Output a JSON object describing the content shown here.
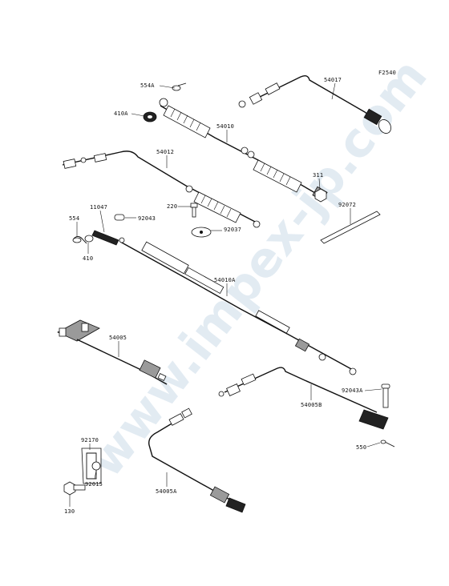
{
  "diagram": {
    "code": "F2540",
    "watermark": "www.impex-jp.com",
    "labels": {
      "p554A": "554A",
      "p410A": "410A",
      "p54017": "54017",
      "p54010": "54010",
      "p54012": "54012",
      "p311": "311",
      "p220": "220",
      "p11047": "11047",
      "p92043": "92043",
      "p92037": "92037",
      "p92072": "92072",
      "p554": "554",
      "p410": "410",
      "p54010A": "54010A",
      "p54005": "54005",
      "p92043A": "92043A",
      "p54005B": "54005B",
      "p550": "550",
      "p92170": "92170",
      "p92015": "92015",
      "p130": "130",
      "p54005A": "54005A"
    }
  }
}
